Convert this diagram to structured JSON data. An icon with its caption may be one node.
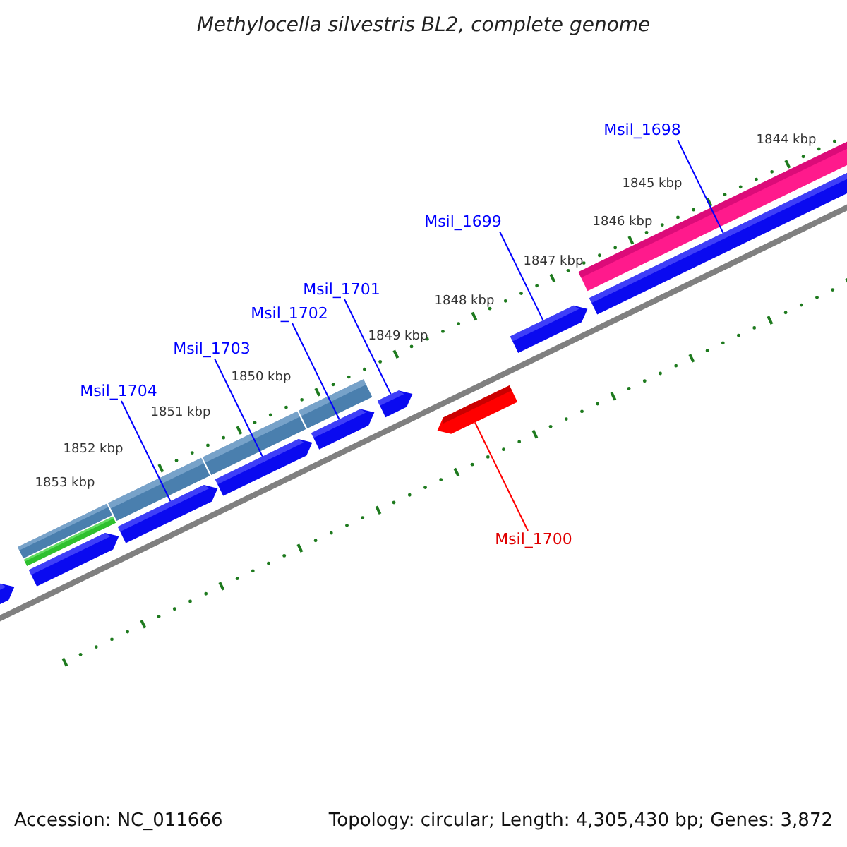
{
  "diagram": {
    "title": "Methylocella silvestris BL2, complete genome",
    "nodes": [
      {
        "text": [
          "Msil_1698"
        ]
      },
      {
        "text": [
          "Msil_1699"
        ]
      },
      {
        "text": [
          "Msil_1701"
        ]
      },
      {
        "text": [
          "Msil_1702"
        ]
      },
      {
        "text": [
          "Msil_1703"
        ]
      },
      {
        "text": [
          "Msil_1704"
        ]
      },
      {
        "text": [
          "Msil_1700"
        ]
      },
      {
        "text": [],
        "shape": "arrow"
      },
      {
        "text": [],
        "shape": "arrow"
      },
      {
        "text": [],
        "shape": "arrow"
      },
      {
        "text": [],
        "shape": "arrow"
      },
      {
        "text": [],
        "shape": "arrow"
      },
      {
        "text": [],
        "shape": "arrow"
      },
      {
        "text": [],
        "shape": "arrow"
      },
      {
        "text": [],
        "shape": "arrow"
      },
      {
        "text": [],
        "shape": "bar"
      }
    ],
    "edges": [
      {
        "from": 0,
        "to": 15,
        "arrow": "none"
      },
      {
        "from": 1,
        "to": 14,
        "arrow": "none"
      },
      {
        "from": 2,
        "to": 12,
        "arrow": "none"
      },
      {
        "from": 3,
        "to": 11,
        "arrow": "none"
      },
      {
        "from": 4,
        "to": 10,
        "arrow": "none"
      },
      {
        "from": 5,
        "to": 9,
        "arrow": "none"
      },
      {
        "from": 6,
        "to": 13,
        "arrow": "none",
        "color": "#ff0000"
      }
    ],
    "labels": [
      "1844 kbp",
      "1845 kbp",
      "1846 kbp",
      "1847 kbp",
      "1848 kbp",
      "1849 kbp",
      "1850 kbp",
      "1851 kbp",
      "1852 kbp",
      "1853 kbp",
      "Accession: NC_011666",
      "Topology: circular; Length: 4,305,430 bp; Genes: 3,872"
    ]
  }
}
